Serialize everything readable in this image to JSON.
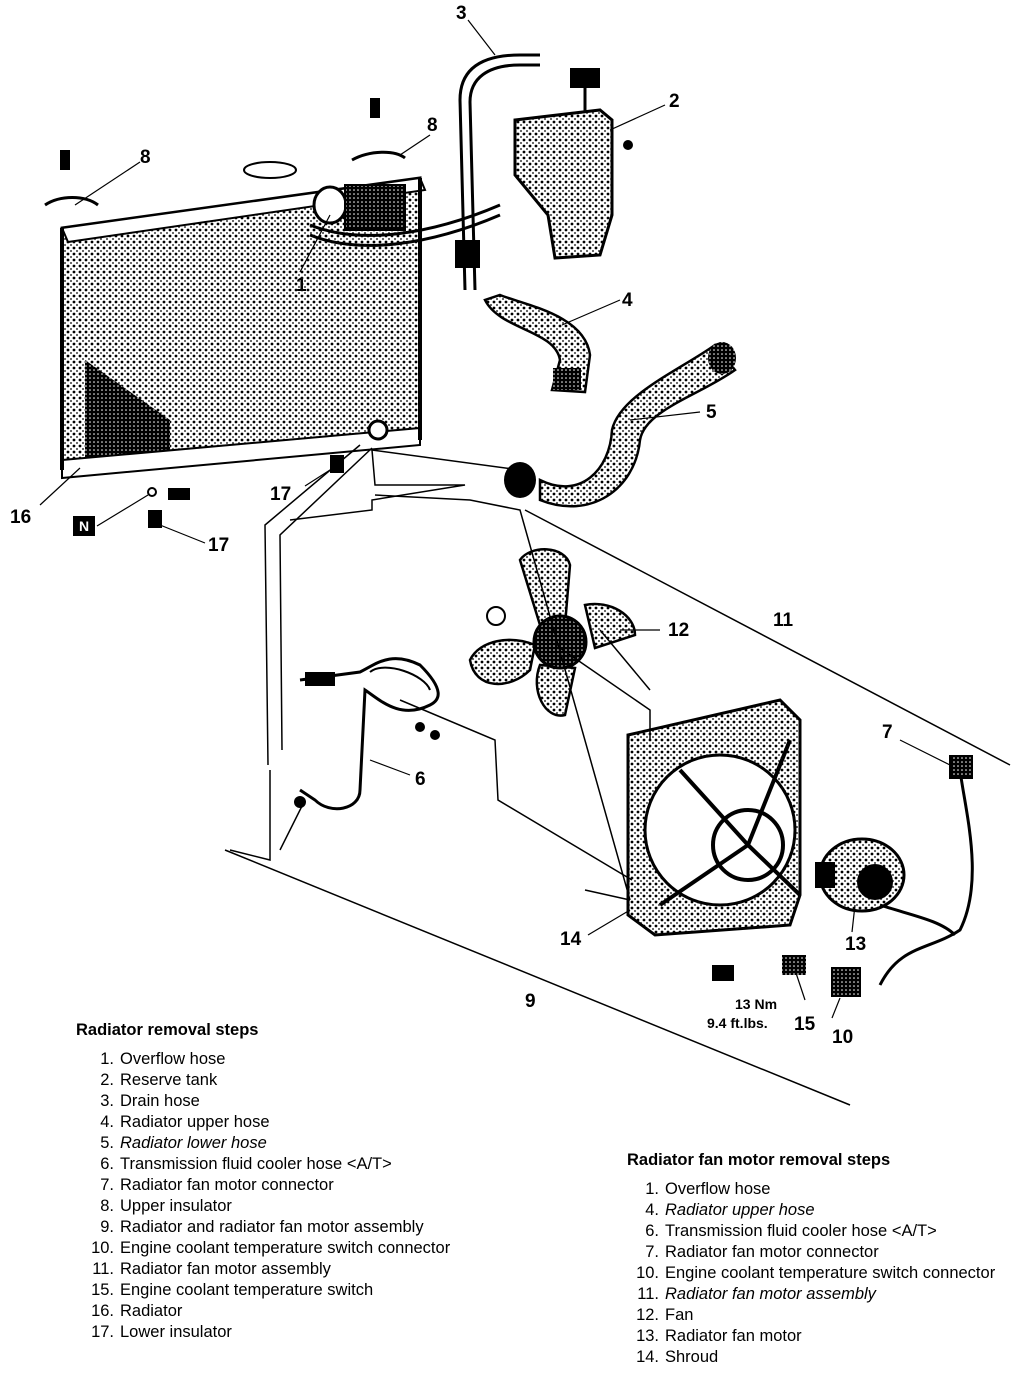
{
  "callouts": {
    "c1": "1",
    "c2": "2",
    "c3": "3",
    "c4": "4",
    "c5": "5",
    "c6": "6",
    "c7": "7",
    "c8a": "8",
    "c8b": "8",
    "c9": "9",
    "c10": "10",
    "c11": "11",
    "c12": "12",
    "c13": "13",
    "c14": "14",
    "c15": "15",
    "c16": "16",
    "c17a": "17",
    "c17b": "17"
  },
  "torque_spec": {
    "nm": "13 Nm",
    "ftlbs": "9.4 ft.lbs."
  },
  "marker_n": "N",
  "radiator_steps": {
    "title": "Radiator removal steps",
    "items": [
      {
        "num": "1.",
        "text": "Overflow hose"
      },
      {
        "num": "2.",
        "text": "Reserve tank"
      },
      {
        "num": "3.",
        "text": "Drain hose"
      },
      {
        "num": "4.",
        "text": "Radiator upper hose"
      },
      {
        "num": "5.",
        "text": "Radiator lower hose"
      },
      {
        "num": "6.",
        "text": "Transmission fluid cooler hose <A/T>"
      },
      {
        "num": "7.",
        "text": "Radiator fan motor connector"
      },
      {
        "num": "8.",
        "text": "Upper insulator"
      },
      {
        "num": "9.",
        "text": "Radiator and radiator fan motor assembly"
      },
      {
        "num": "10.",
        "text": "Engine coolant temperature switch connector"
      },
      {
        "num": "11.",
        "text": "Radiator fan motor assembly"
      },
      {
        "num": "15.",
        "text": "Engine coolant temperature switch"
      },
      {
        "num": "16.",
        "text": "Radiator"
      },
      {
        "num": "17.",
        "text": "Lower insulator"
      }
    ]
  },
  "fan_motor_steps": {
    "title": "Radiator fan motor removal steps",
    "items": [
      {
        "num": "1.",
        "text": "Overflow hose"
      },
      {
        "num": "4.",
        "text": "Radiator upper hose"
      },
      {
        "num": "6.",
        "text": "Transmission fluid cooler hose <A/T>"
      },
      {
        "num": "7.",
        "text": "Radiator fan motor connector"
      },
      {
        "num": "10.",
        "text": "Engine coolant temperature switch connector"
      },
      {
        "num": "11.",
        "text": "Radiator fan motor assembly"
      },
      {
        "num": "12.",
        "text": "Fan"
      },
      {
        "num": "13.",
        "text": "Radiator fan motor"
      },
      {
        "num": "14.",
        "text": "Shroud"
      }
    ]
  }
}
